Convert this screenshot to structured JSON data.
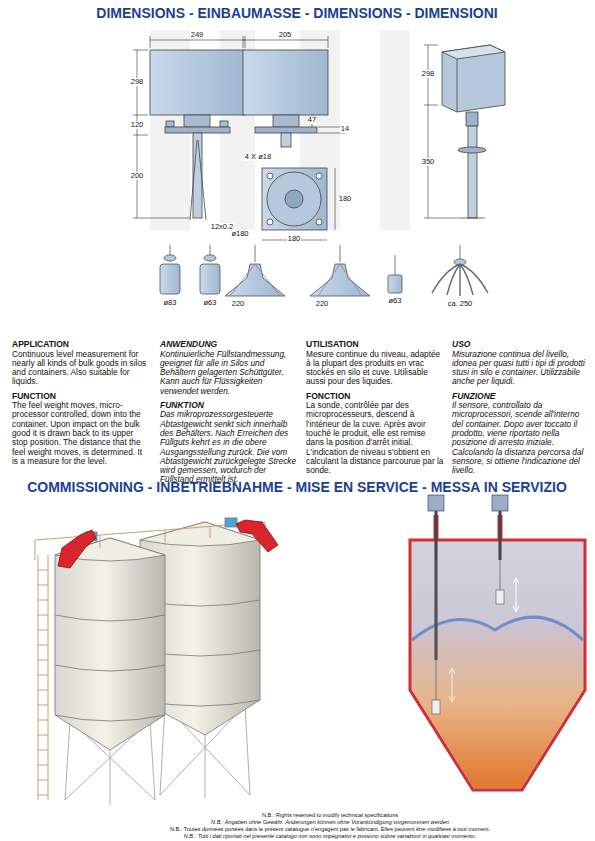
{
  "diagram": {
    "title": "DIMENSIONS - EINBAUMASSE - DIMENSIONS - DIMENSIONI",
    "labels": [
      "249",
      "205",
      "298",
      "120",
      "200",
      "47",
      "14",
      "4 X ø18",
      "12x0.2",
      "ø180",
      "180",
      "180",
      "298",
      "350",
      "ø83",
      "ø63",
      "220",
      "220",
      "ø63",
      "ca. 250",
      "APPLICATION",
      "Continuous level measurement for nearly all kinds of bulk goods in silos and containers. Also suitable for liquids.",
      "FUNCTION",
      "The feel weight moves, micro-processor controlled, down into the container. Upon impact on the bulk good it is drawn back to its upper stop position. The distance that the feel weight moves, is determined. It is a measure for the level.",
      "ANWENDUNG",
      "Kontinuierliche Füllstandmessung, geeignet für alle in Silos und Behältern gelagerten Schüttgüter. Kann auch für Flüssigkeiten verwendet werden.",
      "FUNKTION",
      "Das mikroprozessorgesteuerte Abtastgewicht senkt sich innerhalb des Behälters. Nach Erreichen des Füllguts kehrt es in die obere Ausgangsstellung zurück. Die vom Abtastgewicht zurückgelegte Strecke wird gemessen, wodurch der Füllstand ermittelt ist.",
      "UTILISATION",
      "Mesure continue du niveau, adaptée à la plupart des produits en vrac stockés en silo et cuve. Utilisable aussi pour des liquides.",
      "FONCTION",
      "La sonde, contrôlée par des microprocesseurs, descend à l'intérieur de la cuve. Après avoir touché le produit, elle est remise dans la position d'arrêt initial. L'indication de niveau s'obtient en calculant la distance parcourue par la sonde.",
      "USO",
      "Misurazione continua del livello, idonea per quasi tutti i tipi di prodotti stusi in silo e container. Utilizzabile anche per liquidi.",
      "FUNZIONE",
      "Il sensore, controllato da microprocessori, scende all'interno del container. Dopo aver toccato il prodotto, viene riportato nella posizione di arresto iniziale. Calcolando la distanza percorsa dal sensore, si ottiene l'indicazione del livello.",
      "COMMISSIONING - INBETRIEBNAHME - MISE EN SERVICE - MESSA IN SERVIZIO",
      "N.B.: Rights reserved to modify technical specifications",
      "N.B.: Angaben ohne Gewähr. Änderungen können ohne Vorankündigung vorgenommen werden",
      "N.B.: Toutes données portées dans le présent catalogue n'engagent pas le fabricant. Elles peuvent être modifiées à tout moment.",
      "N.B.: Tutti i dati riportati nel presente catalogo non sono impegnativi e possono subire variazioni in qualsiasi momento."
    ]
  }
}
